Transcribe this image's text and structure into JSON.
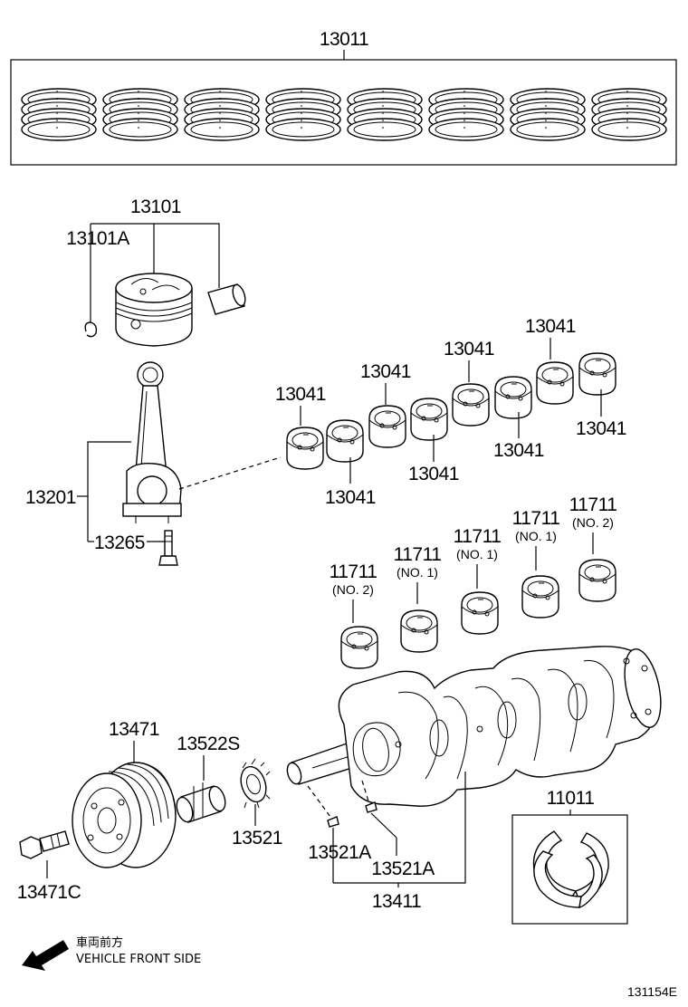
{
  "diagram_id": "131154E",
  "direction": {
    "label_jp": "車両前方",
    "label_en": "VEHICLE FRONT SIDE"
  },
  "parts": {
    "ring_set": "13011",
    "piston": "13101",
    "piston_pin_clip": "13101A",
    "connecting_rod": "13201",
    "rod_bolt": "13265",
    "rod_bearing": "13041",
    "main_bearing": "11711",
    "main_bearing_no1": "(NO. 1)",
    "main_bearing_no2": "(NO. 2)",
    "crank_pulley": "13471",
    "pulley_bolt": "13471C",
    "sprocket_s": "13522S",
    "sprocket": "13521",
    "key": "13521A",
    "crankshaft": "13411",
    "thrust_washer": "11011"
  }
}
